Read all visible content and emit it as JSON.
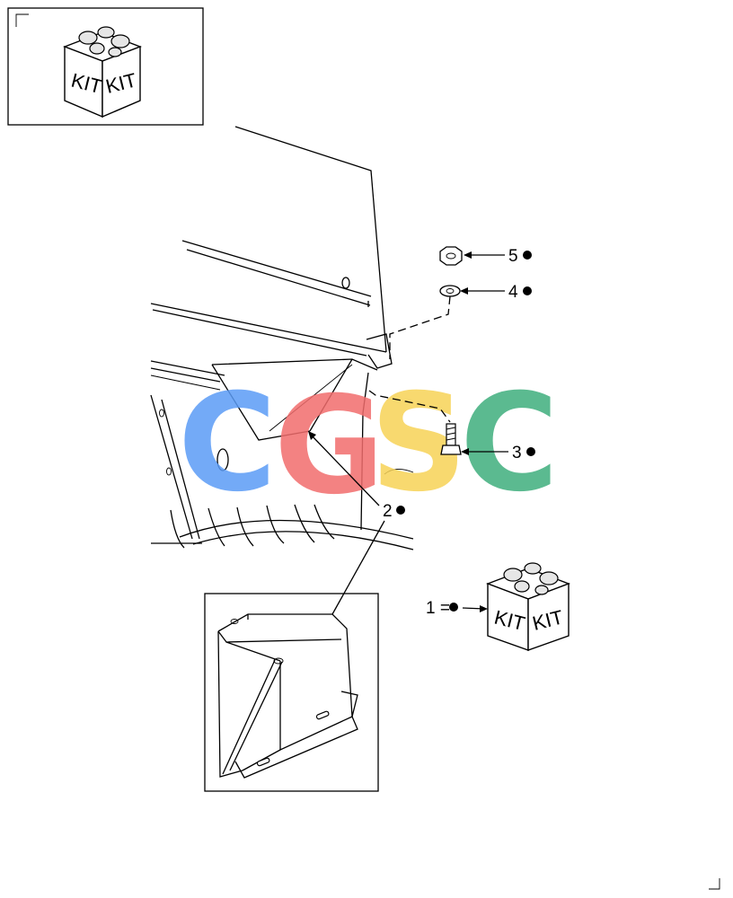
{
  "kit_icon": {
    "face_left": "KIT",
    "face_right": "KIT"
  },
  "callouts": {
    "nut": "5",
    "washer": "4",
    "bolt": "3",
    "bracket": "2",
    "kit_ref": "1 ="
  },
  "watermark": {
    "letters": [
      "C",
      "G",
      "S",
      "C"
    ],
    "colors": [
      "#5b9cf6",
      "#f26d6d",
      "#f7d357",
      "#3fae7d"
    ]
  },
  "colors": {
    "line": "#000000",
    "background": "#ffffff"
  }
}
